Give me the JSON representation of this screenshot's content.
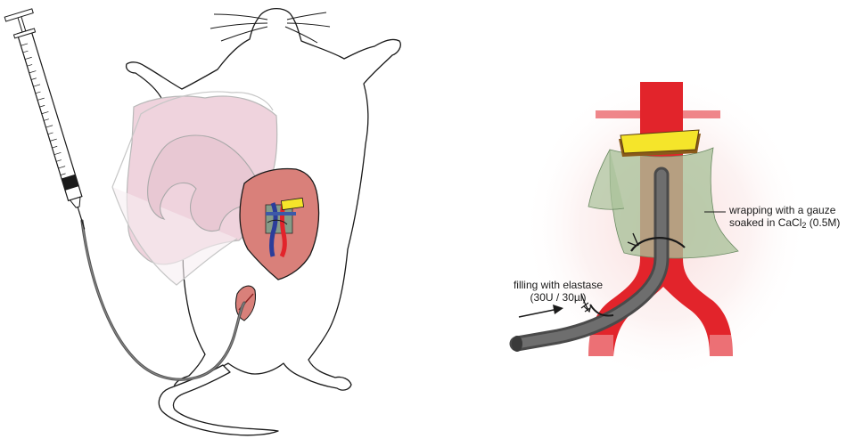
{
  "labels": {
    "gauze_line1": "wrapping with a gauze",
    "gauze_line2_a": "soaked in CaCl",
    "gauze_line2_sub": "2",
    "gauze_line2_b": " (0.5M)",
    "elastase_line1": "filling with elastase",
    "elastase_line2": "(30U / 30µl)"
  },
  "colors": {
    "artery_red": "#e2242b",
    "gauze_green": "#a9c29a",
    "clip_yellow": "#f5e52a",
    "catheter_gray": "#666666",
    "tissue_pink": "#eecfd7",
    "incision_red": "#d9807a"
  }
}
